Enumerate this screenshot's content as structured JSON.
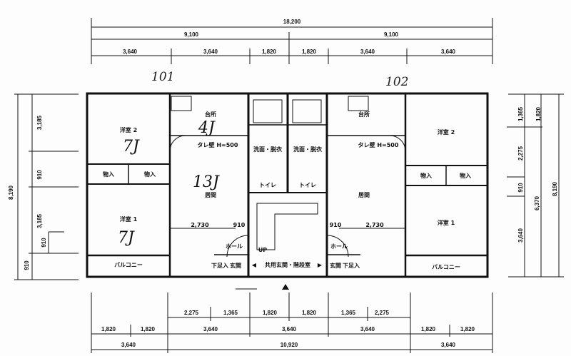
{
  "handwritten": {
    "unit_101": "101",
    "unit_102": "102",
    "bed2_left": "7J",
    "kitchen_left": "4J",
    "living_left": "13J",
    "bed1_left": "7J"
  },
  "dimensions": {
    "top": {
      "total": "18,200",
      "halves": [
        "9,100",
        "9,100"
      ],
      "segments": [
        "3,640",
        "3,640",
        "1,820",
        "1,820",
        "3,640",
        "3,640"
      ]
    },
    "bottom": {
      "row1": [
        "2,275",
        "1,365",
        "1,820",
        "1,820",
        "1,365",
        "2,275"
      ],
      "row2": [
        "1,820",
        "1,820",
        "3,640",
        "3,640",
        "3,640",
        "1,820",
        "1,820"
      ],
      "row3": [
        "3,640",
        "10,920",
        "3,640"
      ]
    },
    "left": {
      "total": "8,190",
      "segments": [
        "3,185",
        "910",
        "3,185",
        "910"
      ],
      "inner": "910"
    },
    "right": {
      "segments": [
        "1,365",
        "2,275",
        "910",
        "3,640"
      ],
      "upper": "1,820",
      "lower": "6,370",
      "total": "8,190"
    },
    "living_width": "2,730",
    "hall_width": "910"
  },
  "rooms": {
    "bedroom2": "洋室 2",
    "bedroom1": "洋室 1",
    "closet": "物入",
    "kitchen": "台所",
    "living": "居間",
    "washroom": "洗面・脱衣",
    "toilet": "トイレ",
    "entrance": "玄関",
    "shared_entrance": "共用玄関・階段室",
    "balcony": "バルコニー",
    "hall": "ホール",
    "shoe_closet": "下足入",
    "hanging_wall": "タレ壁 H=500",
    "up": "UP"
  }
}
